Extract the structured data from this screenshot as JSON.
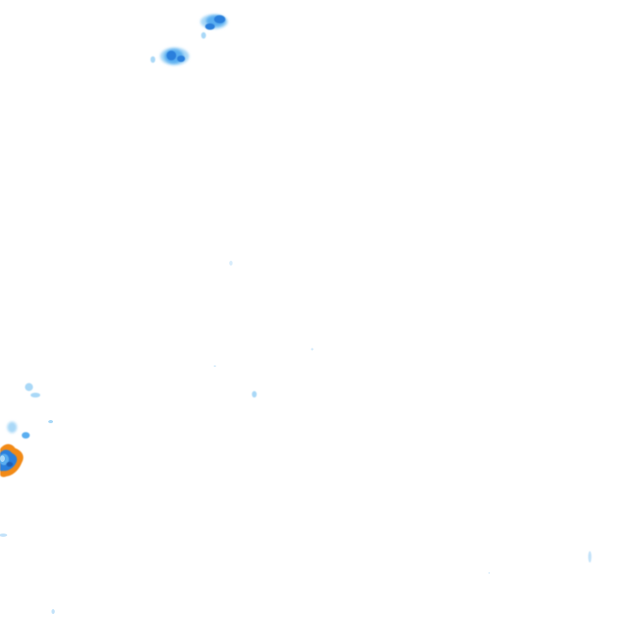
{
  "map": {
    "background_color": "#ffffff",
    "legend_palette": {
      "light": "#a9d8f7",
      "medium": "#5aaef0",
      "strong": "#2c7fdc",
      "intense": "#1a5fb8",
      "severe_ring": "#f28a12"
    },
    "echoes": [
      {
        "intensity": "light"
      },
      {
        "intensity": "strong"
      },
      {
        "intensity": "medium"
      },
      {
        "intensity": "strong"
      },
      {
        "intensity": "light"
      },
      {
        "intensity": "light"
      },
      {
        "intensity": "medium"
      },
      {
        "intensity": "severe"
      },
      {
        "intensity": "light"
      },
      {
        "intensity": "light"
      }
    ]
  }
}
